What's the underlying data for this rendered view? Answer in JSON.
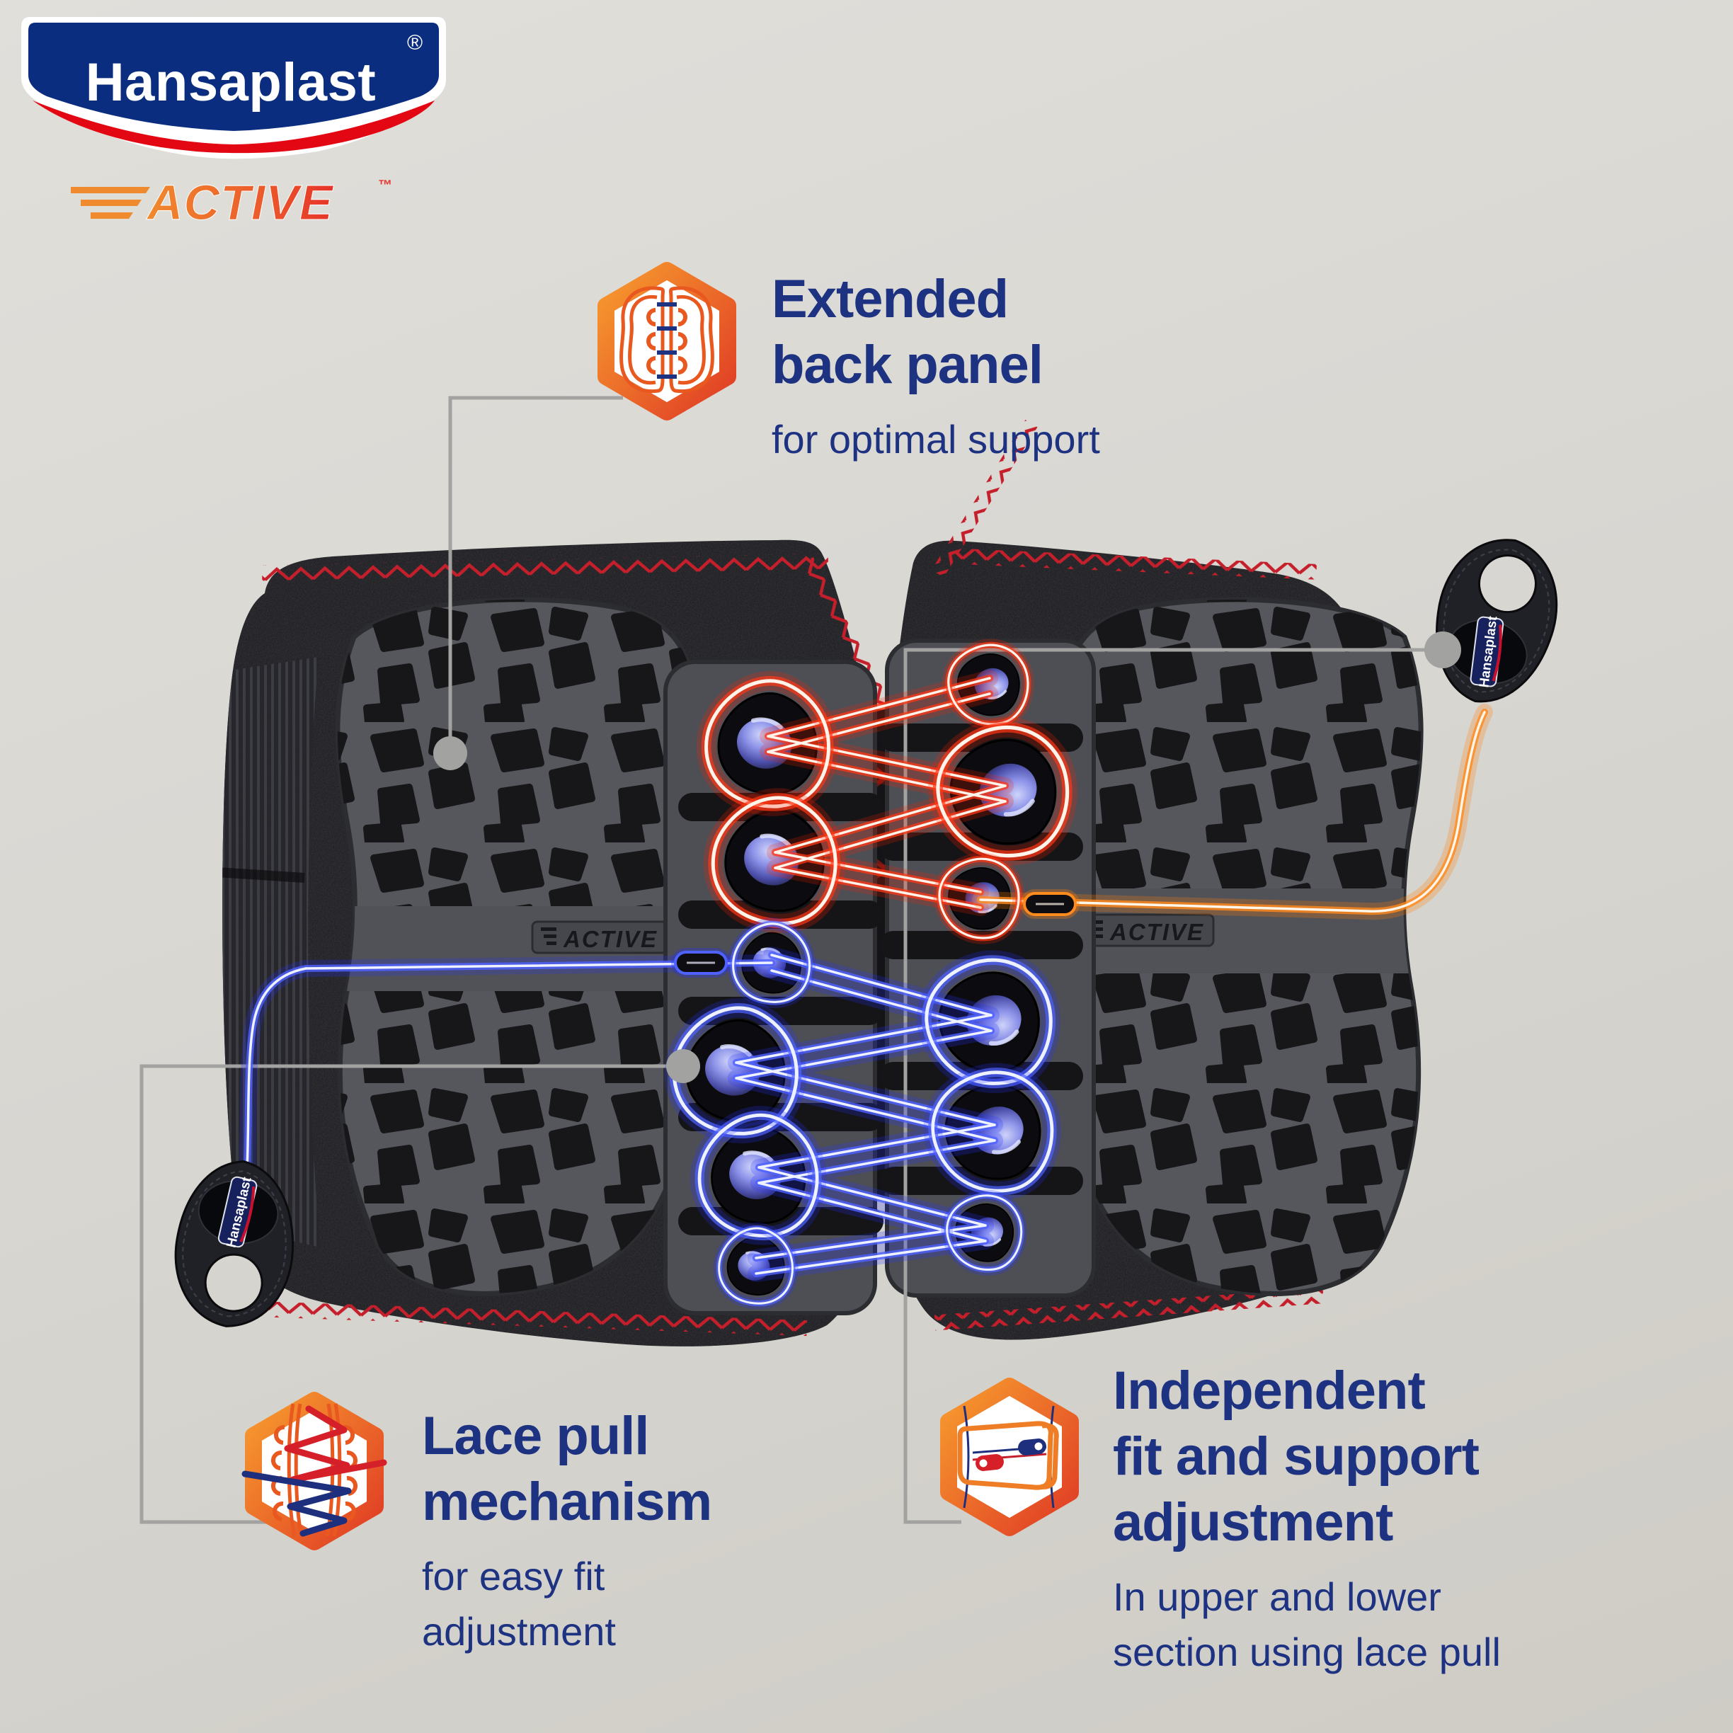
{
  "brand": {
    "logo_text": "Hansaplast",
    "registered_mark": "®",
    "subbrand": "ACTIVE",
    "trademark": "™"
  },
  "callouts": [
    {
      "name": "extended-back-panel",
      "title_lines": [
        "Extended",
        "back panel"
      ],
      "subtitle_lines": [
        "for optimal support"
      ]
    },
    {
      "name": "lace-pull-mechanism",
      "title_lines": [
        "Lace pull",
        "mechanism"
      ],
      "subtitle_lines": [
        "for easy fit",
        "adjustment"
      ]
    },
    {
      "name": "independent-fit-adjustment",
      "title_lines": [
        "Independent",
        "fit and support",
        "adjustment"
      ],
      "subtitle_lines": [
        "In upper and lower",
        "section using lace pull"
      ]
    }
  ],
  "product": {
    "embossed_logo": "ACTIVE",
    "pull_tab_label": "Hansaplast"
  },
  "colors": {
    "navy": "#1e3282",
    "brand-blue": "#0b2d80",
    "brand-red": "#e30613",
    "hex-orange": "#f5992f",
    "hex-red": "#e8432b",
    "lace-red": "#ff2d12",
    "lace-orange": "#ff8a00",
    "lace-blue": "#4b63ff",
    "connector": "#a2a2a0",
    "background": "#d8d6d1",
    "fabric": "#1d1d21",
    "panel-gray": "#56575d"
  }
}
